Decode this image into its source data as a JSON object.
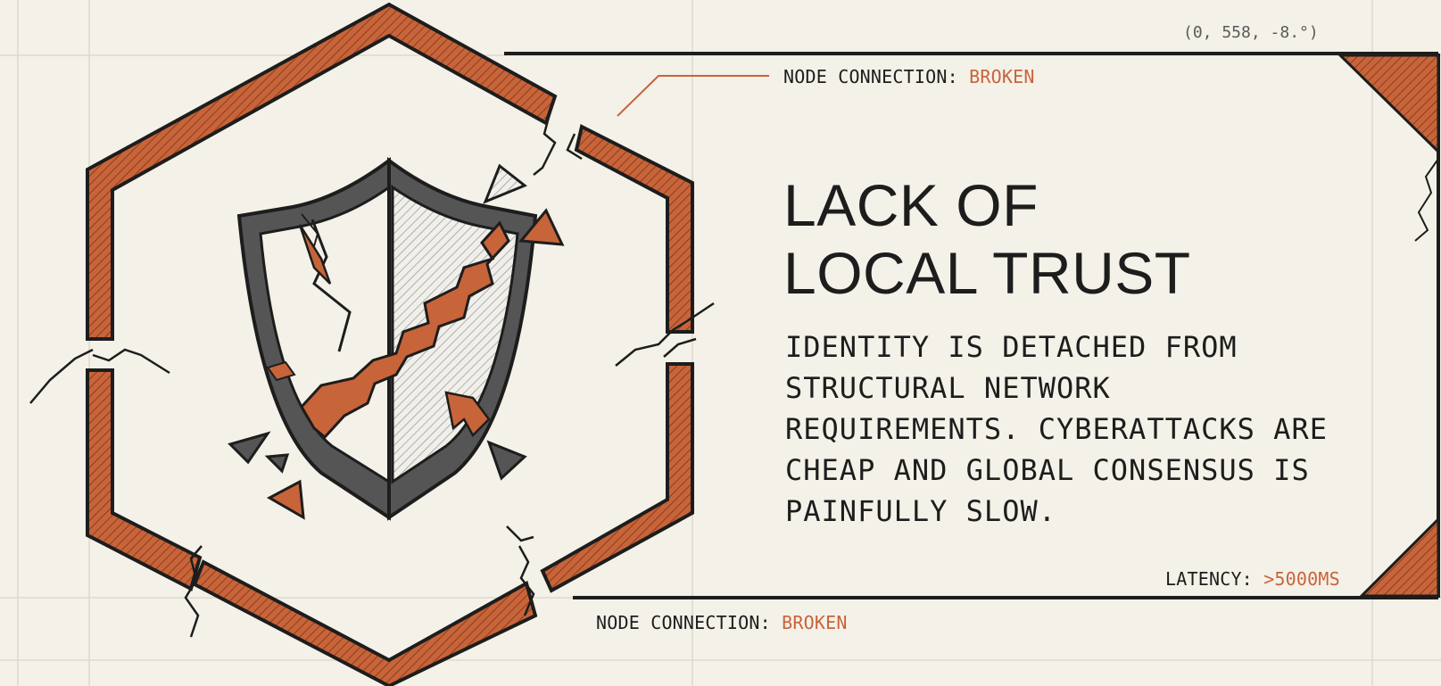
{
  "header": {
    "coordinates": "(0, 558, -8.°)",
    "node_connection_label": "NODE CONNECTION:",
    "node_connection_value": "BROKEN"
  },
  "card": {
    "title_line1": "LACK OF",
    "title_line2": "LOCAL TRUST",
    "body_lines": [
      "IDENTITY IS DETACHED FROM",
      "STRUCTURAL NETWORK",
      "REQUIREMENTS. CYBERATTACKS ARE",
      "CHEAP AND GLOBAL CONSENSUS IS",
      "PAINFULLY SLOW."
    ],
    "latency_label": "LATENCY:",
    "latency_value": ">5000MS"
  },
  "footer": {
    "node_connection_label": "NODE CONNECTION:",
    "node_connection_value": "BROKEN"
  },
  "colors": {
    "background": "#f4f1e8",
    "ink": "#1d1d1d",
    "accent": "#c8643a",
    "shield_gray": "#555555",
    "grid": "#ded9cc"
  },
  "icons": {
    "emblem": "broken-hexagon-icon",
    "shield": "cracked-shield-icon"
  }
}
